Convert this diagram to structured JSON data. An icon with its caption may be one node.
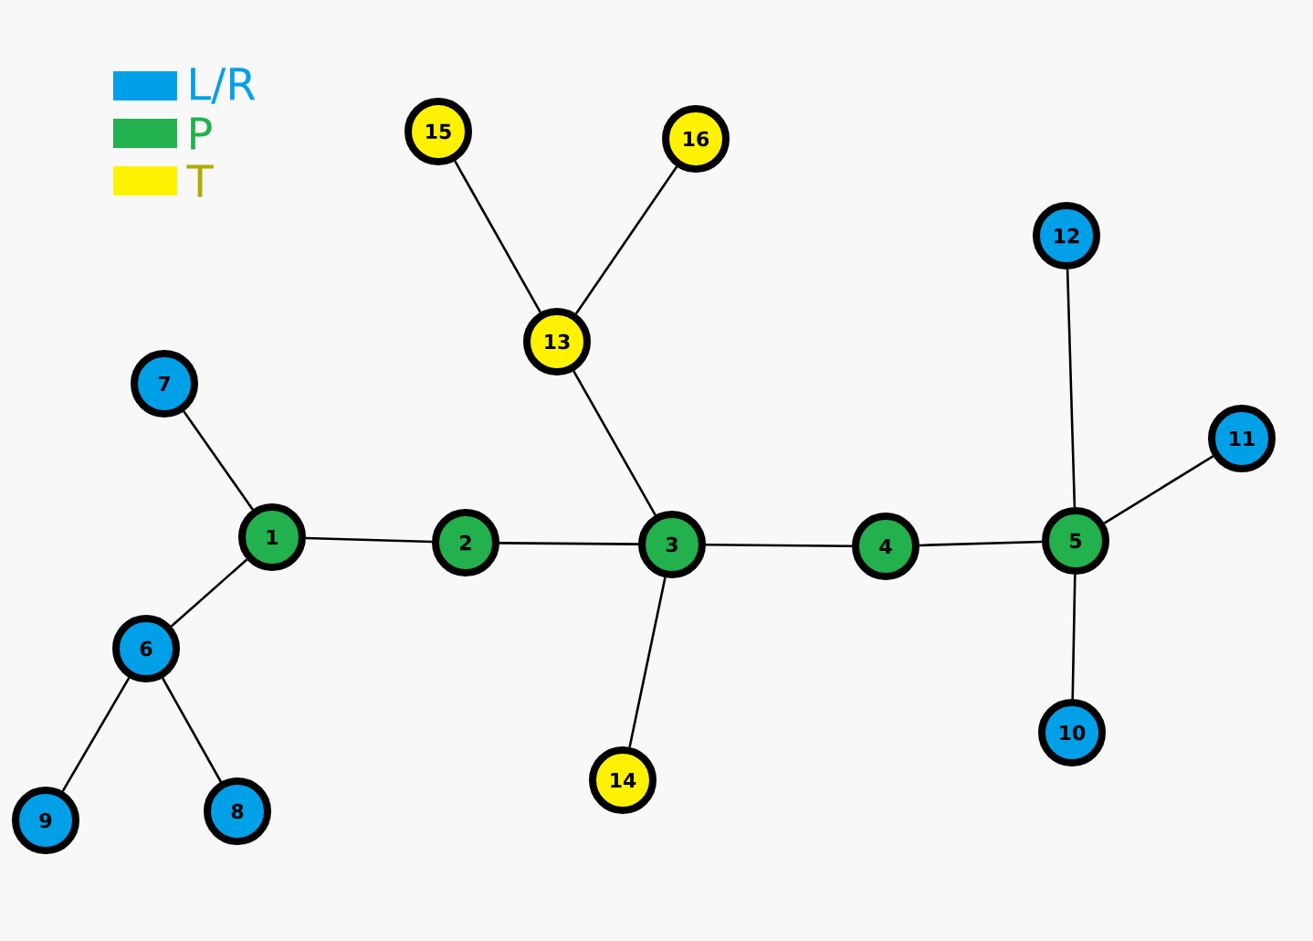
{
  "diagram": {
    "nodes": [
      {
        "text": [
          "1"
        ]
      },
      {
        "text": [
          "2"
        ]
      },
      {
        "text": [
          "3"
        ]
      },
      {
        "text": [
          "4"
        ]
      },
      {
        "text": [
          "5"
        ]
      },
      {
        "text": [
          "6"
        ]
      },
      {
        "text": [
          "7"
        ]
      },
      {
        "text": [
          "8"
        ]
      },
      {
        "text": [
          "9"
        ]
      },
      {
        "text": [
          "10"
        ]
      },
      {
        "text": [
          "11"
        ]
      },
      {
        "text": [
          "12"
        ]
      },
      {
        "text": [
          "13"
        ]
      },
      {
        "text": [
          "14"
        ]
      },
      {
        "text": [
          "15"
        ]
      },
      {
        "text": [
          "16"
        ]
      }
    ],
    "edges": [
      {
        "from": 0,
        "to": 1,
        "arrow": "none"
      },
      {
        "from": 1,
        "to": 2,
        "arrow": "none"
      },
      {
        "from": 2,
        "to": 3,
        "arrow": "none"
      },
      {
        "from": 3,
        "to": 4,
        "arrow": "none"
      },
      {
        "from": 0,
        "to": 6,
        "arrow": "none"
      },
      {
        "from": 0,
        "to": 5,
        "arrow": "none"
      },
      {
        "from": 5,
        "to": 8,
        "arrow": "none"
      },
      {
        "from": 5,
        "to": 7,
        "arrow": "none"
      },
      {
        "from": 2,
        "to": 12,
        "arrow": "none"
      },
      {
        "from": 12,
        "to": 14,
        "arrow": "none"
      },
      {
        "from": 12,
        "to": 15,
        "arrow": "none"
      },
      {
        "from": 2,
        "to": 13,
        "arrow": "none"
      },
      {
        "from": 4,
        "to": 11,
        "arrow": "none"
      },
      {
        "from": 4,
        "to": 10,
        "arrow": "none"
      },
      {
        "from": 4,
        "to": 9,
        "arrow": "none"
      }
    ],
    "legend": [
      {
        "text": "L/R",
        "color": "#00a0e8"
      },
      {
        "text": "P",
        "color": "#22b14c"
      },
      {
        "text": "T",
        "color": "#fff200"
      }
    ]
  }
}
